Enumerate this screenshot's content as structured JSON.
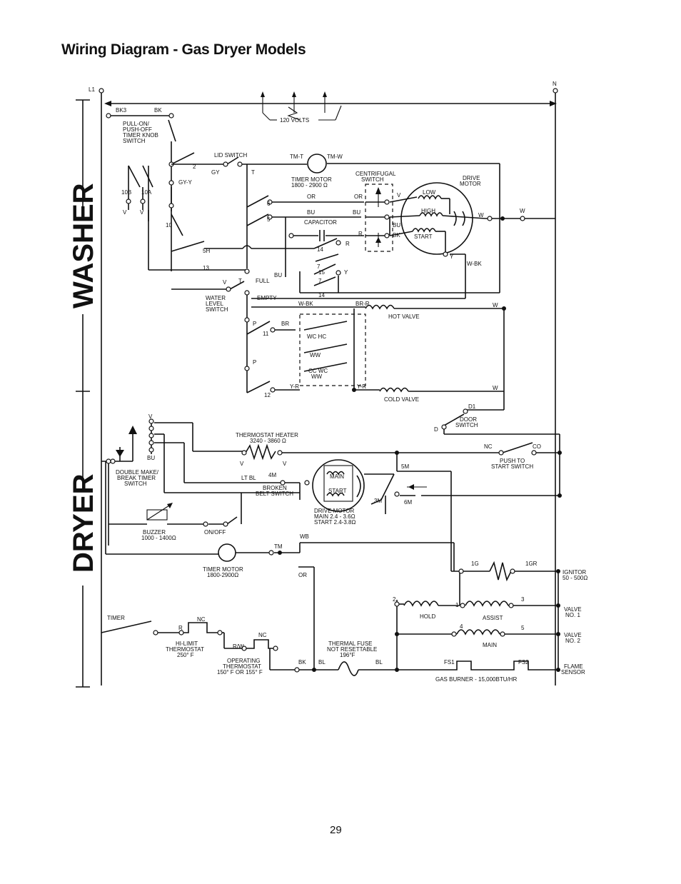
{
  "title": "Wiring Diagram - Gas Dryer Models",
  "page_number": "29",
  "side_labels": {
    "washer": "WASHER",
    "dryer": "DRYER"
  },
  "supply": {
    "l1": "L1",
    "n": "N",
    "volts": "120 VOLTS",
    "bk3": "BK3",
    "bk": "BK"
  },
  "washer": {
    "timer_knob_switch": [
      "PULL-ON/",
      "PUSH-OFF",
      "TIMER KNOB",
      "SWITCH"
    ],
    "lid_switch": "LID SWITCH",
    "gy": "GY",
    "gy_y": "GY-Y",
    "t": "T",
    "tm_t": "TM-T",
    "tm_w": "TM-W",
    "timer_motor": [
      "TIMER MOTOR",
      "1800 - 2900 Ω"
    ],
    "centrifugal_switch": [
      "CENTRIFUGAL",
      "SWITCH"
    ],
    "drive_motor": [
      "DRIVE",
      "MOTOR"
    ],
    "low": "LOW",
    "high": "HIGH",
    "start": "START",
    "capacitor": "CAPACITOR",
    "or": "OR",
    "bu": "BU",
    "r": "R",
    "y": "Y",
    "v": "V",
    "w": "W",
    "w_bk": "W-BK",
    "terminals": {
      "t2": "2",
      "t10b": "10B",
      "t10a": "10A",
      "t10": "10",
      "t6": "6",
      "t5": "5",
      "t14": "14",
      "t5h": "5H",
      "t13": "13",
      "t7": "7",
      "t15": "15"
    },
    "full": "FULL",
    "empty": "EMPTY",
    "water_level_switch": [
      "WATER",
      "LEVEL",
      "SWITCH"
    ],
    "br_r": "BR-R",
    "hot_valve": "HOT VALVE",
    "br": "BR",
    "p": "P",
    "t11": "11",
    "t12": "12",
    "wc_hc": "WC HC",
    "ww": "WW",
    "cc_wc": "CC WC",
    "ww2": "WW",
    "y_r": "Y-R",
    "cold_valve": "COLD VALVE"
  },
  "dryer": {
    "v": "V",
    "bu": "BU",
    "double_make_break": [
      "DOUBLE MAKE/",
      "BREAK TIMER",
      "SWITCH"
    ],
    "thermostat_heater": [
      "THERMOSTAT HEATER",
      "3240 - 3860 Ω"
    ],
    "lt_bl": "LT BL",
    "t4m": "4M",
    "broken_belt_switch": [
      "BROKEN",
      "BELT SWITCH"
    ],
    "main": "MAIN",
    "start": "START",
    "t5m": "5M",
    "t6m": "6M",
    "t3m": "3M",
    "drive_motor": [
      "DRIVE MOTOR",
      "MAIN 2.4 - 3.6Ω",
      "START 2.4-3.8Ω"
    ],
    "door_switch": [
      "DOOR",
      "SWITCH"
    ],
    "d": "D",
    "d1": "D1",
    "nc": "NC",
    "co": "CO",
    "push_to_start": [
      "PUSH TO",
      "START SWITCH"
    ],
    "buzzer": [
      "BUZZER",
      "1000 - 1400Ω"
    ],
    "on_off": "ON/OFF",
    "wb": "WB",
    "tm": "TM",
    "timer_motor": [
      "TIMER MOTOR",
      "1800-2900Ω"
    ],
    "or": "OR",
    "timer": "TIMER",
    "r": "R",
    "hi_limit": [
      "HI-LIMIT",
      "THERMOSTAT",
      "250° F"
    ],
    "rw": "R/W",
    "operating_thermostat": [
      "OPERATING",
      "THERMOSTAT",
      "150° F OR 155° F"
    ],
    "bk": "BK",
    "bl": "BL",
    "thermal_fuse": [
      "THERMAL FUSE",
      "NOT RESETTABLE",
      "196°F"
    ],
    "bl2": "BL",
    "t1g": "1G",
    "t1gr": "1GR",
    "ignitor": [
      "IGNITOR",
      "50 - 500Ω"
    ],
    "t2": "2",
    "t1": "1",
    "t3": "3",
    "hold": "HOLD",
    "assist": "ASSIST",
    "valve1": [
      "VALVE",
      "NO. 1"
    ],
    "t4": "4",
    "t5": "5",
    "main_coil": "MAIN",
    "valve2": [
      "VALVE",
      "NO. 2"
    ],
    "fs1": "FS1",
    "fs2": "FS2",
    "flame_sensor": [
      "FLAME",
      "SENSOR"
    ],
    "gas_burner": "GAS BURNER - 15,000BTU/HR"
  }
}
